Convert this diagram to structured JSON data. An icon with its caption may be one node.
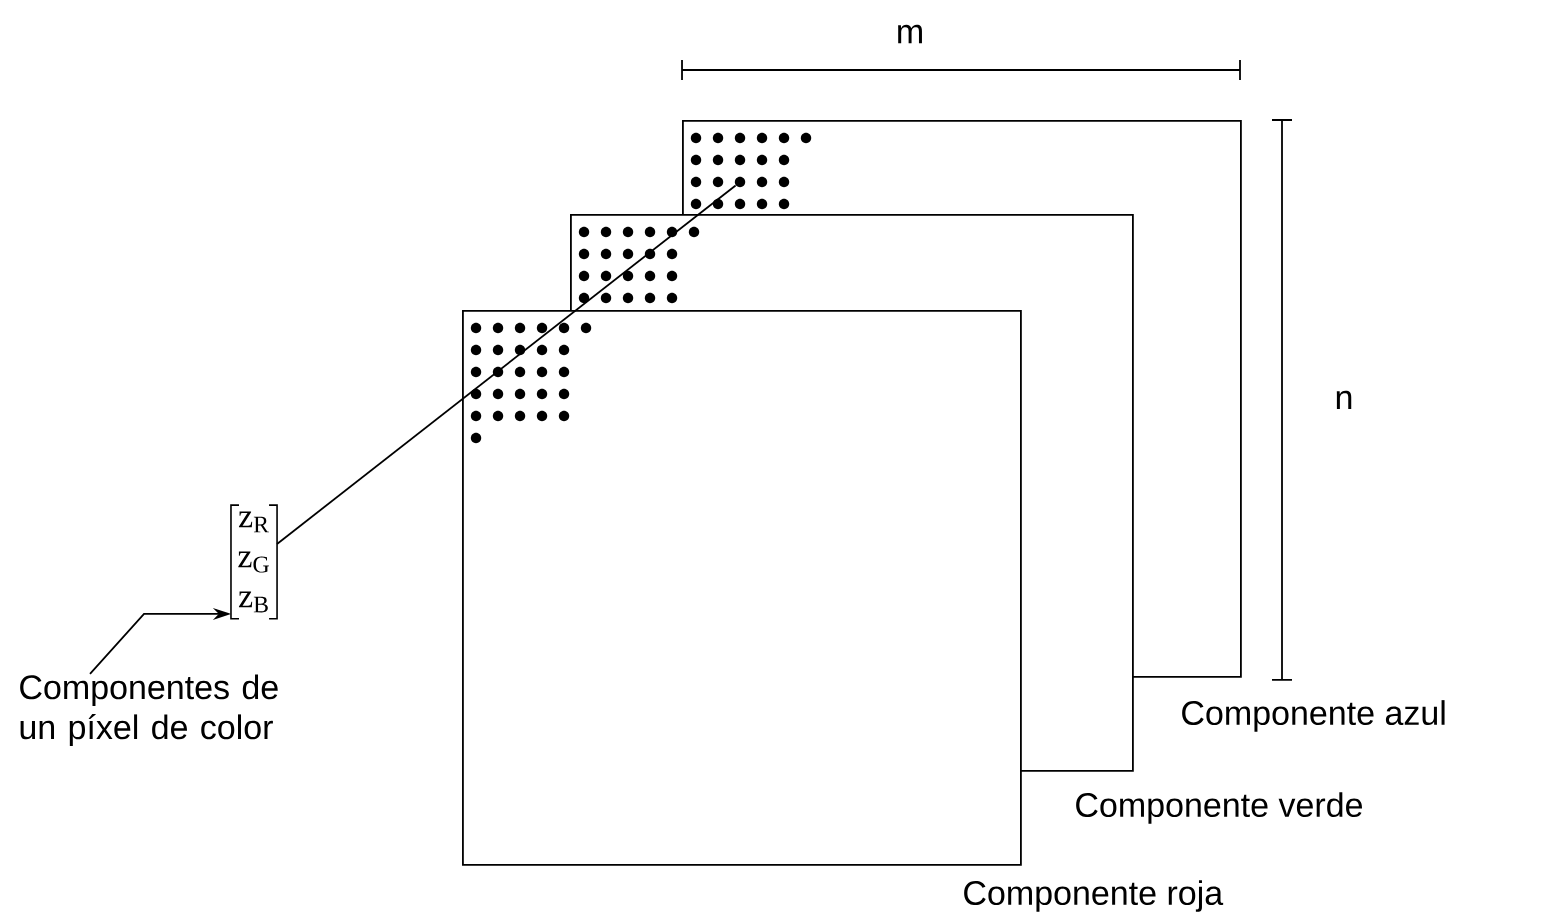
{
  "diagram": {
    "nodes": [
      {
        "text": [
          "Componente azul"
        ]
      },
      {
        "text": [
          "Componente verde"
        ]
      },
      {
        "text": [
          "Componente roja"
        ]
      },
      {
        "text": [
          "z$_{R}$",
          "z$_{G}$",
          "z$_{B}$"
        ]
      },
      {
        "text": [
          "Componentes de un píxel de color"
        ]
      },
      {
        "text": [],
        "shape": "circle",
        "in": 0
      }
    ],
    "edges": [
      {
        "from": 3,
        "to": 5,
        "arrow": "none"
      },
      {
        "from": 4,
        "to": 3,
        "arrow": "to"
      }
    ],
    "labels": [
      "m",
      "n"
    ]
  }
}
